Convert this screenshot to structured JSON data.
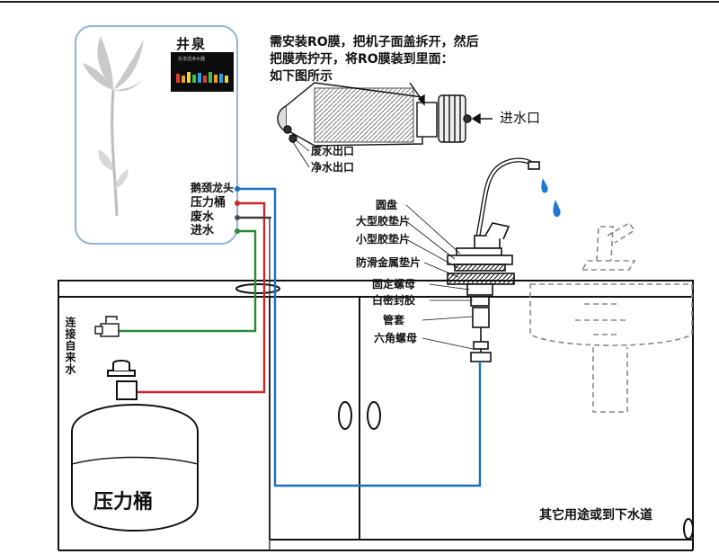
{
  "purifier": {
    "brand": "井泉",
    "panel_title": "反渗透净水器",
    "ports": [
      "鹅颈龙头",
      "压力桶",
      "废水",
      "进水"
    ]
  },
  "instruction": {
    "lines": [
      "需安装RO膜，把机子面盖拆开，然后",
      "把膜壳拧开，将RO膜装到里面：",
      "如下图所示"
    ]
  },
  "membrane": {
    "inlet": "进水口",
    "waste_outlet": "废水出口",
    "pure_outlet": "净水出口"
  },
  "faucet_parts": [
    "圆盘",
    "大型胶垫片",
    "小型胶垫片",
    "防滑金属垫片",
    "固定螺母",
    "白密封胶",
    "管套",
    "六角螺母"
  ],
  "tap_water_label": "连接自来水",
  "tank_label": "压力桶",
  "drain_label": "其它用途或到下水道",
  "colors": {
    "pure_water_line": "#1a6fc4",
    "tank_line": "#c8282d",
    "feed_line": "#2a8a3c",
    "waste_line": "#555555",
    "outline": "#111111",
    "panel_border": "#8fb4d9"
  }
}
